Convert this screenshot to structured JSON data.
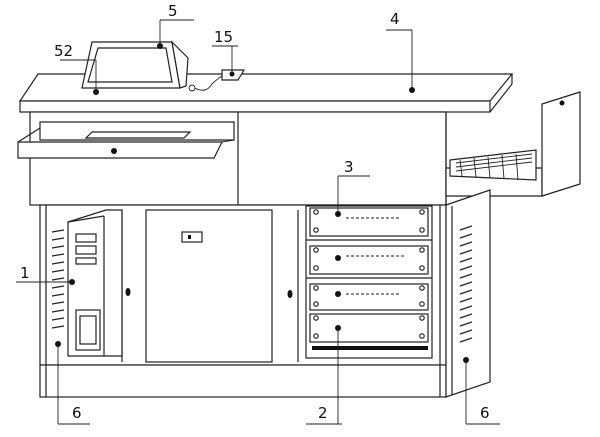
{
  "figure": {
    "labels": {
      "l1": "1",
      "l2": "2",
      "l3": "3",
      "l4": "4",
      "l5": "5",
      "l6a": "6",
      "l6b": "6",
      "l15": "15",
      "l52": "52"
    }
  }
}
